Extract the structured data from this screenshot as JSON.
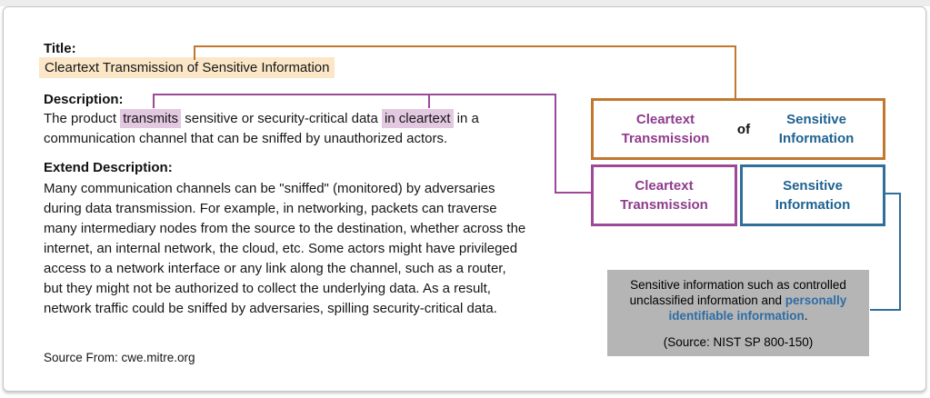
{
  "colors": {
    "orange": "#c2772e",
    "purple_border": "#9c4a98",
    "purple_text": "#8e3c8c",
    "blue_border": "#2f6f99",
    "blue_text": "#1e6291",
    "title_highlight": "#fbe7c7",
    "phrase_highlight": "#e3c8e1",
    "note_background": "#b5b5b5",
    "pii_blue": "#2e6da4"
  },
  "left": {
    "title_label": "Title:",
    "title_value": "Cleartext Transmission of Sensitive Information",
    "description_label": "Description:",
    "description_segments": [
      {
        "t": "The product "
      },
      {
        "t": "transmits",
        "c": "hl"
      },
      {
        "t": " sensitive or security-critical data "
      },
      {
        "t": "in cleartext",
        "c": "hl"
      },
      {
        "t": " in a\ncommunication channel that can be sniffed by unauthorized actors."
      }
    ],
    "extend_label": "Extend Description:",
    "extend_lines": [
      "Many communication channels can be \"sniffed\" (monitored) by adversaries",
      "during data transmission. For example, in networking, packets can traverse",
      "many intermediary nodes from the source to the destination, whether across the",
      "internet, an internal network, the cloud, etc. Some actors might have privileged",
      "access to a network interface or any link along the channel, such as a router,",
      "but they might not be authorized to collect the underlying data. As a result,",
      "network traffic could be sniffed by adversaries, spilling security-critical data."
    ],
    "source": "Source From: cwe.mitre.org"
  },
  "diagram": {
    "top_box_segments": [
      {
        "t": "Cleartext Transmission\n",
        "c": "t-purple"
      },
      {
        "t": "of ",
        "c": "t-black"
      },
      {
        "t": "Sensitive Information",
        "c": "t-blue"
      }
    ],
    "cleartext_box_label": "Cleartext\nTransmission",
    "sensitive_box_label": "Sensitive\nInformation",
    "note_segments": [
      {
        "t": "Sensitive information such as controlled unclassified information and "
      },
      {
        "t": "personally identifiable information",
        "c": "pii"
      },
      {
        "t": "."
      }
    ],
    "note_source": "(Source: NIST SP 800-150)"
  }
}
